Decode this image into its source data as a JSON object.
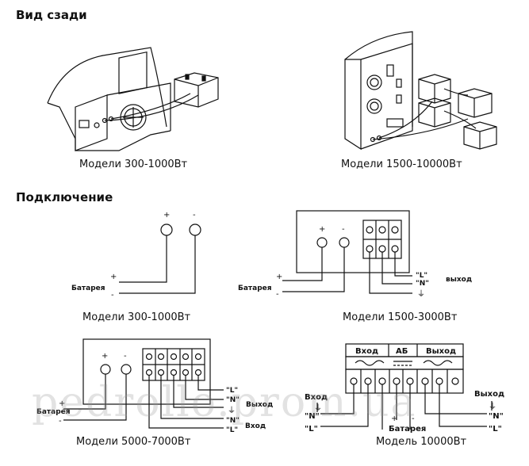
{
  "headings": {
    "rear_view": "Вид сзади",
    "connection": "Подключение"
  },
  "captions": {
    "rear_small": "Модели 300-1000Вт",
    "rear_large": "Модели 1500-10000Вт",
    "conn_a": "Модели 300-1000Вт",
    "conn_b": "Модели 1500-3000Вт",
    "conn_c": "Модели 5000-7000Вт",
    "conn_d": "Модель 10000Вт"
  },
  "labels": {
    "battery": "Батарея",
    "plus": "+",
    "minus": "-",
    "L": "\"L\"",
    "N": "\"N\"",
    "ground": "⏚",
    "output": "выход",
    "output_cap": "Выход",
    "input": "Вход",
    "ab": "АБ"
  },
  "watermark": "pedrollo.prom.ua"
}
